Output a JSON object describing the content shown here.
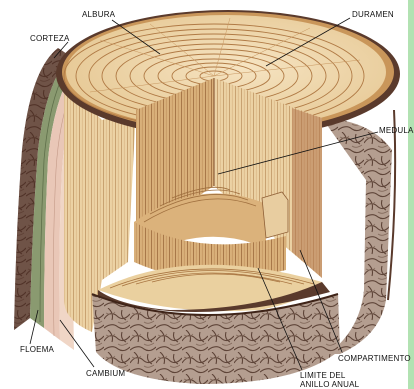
{
  "diagram": {
    "labels": {
      "albura": "ALBURA",
      "duramen": "DURAMEN",
      "corteza": "CORTEZA",
      "medula": "MEDULA",
      "floema": "FLOEMA",
      "cambium": "CAMBIUM",
      "compartimento": "COMPARTIMENTO",
      "limite_line1": "LIMITE DEL",
      "limite_line2": "ANILLO ANUAL"
    },
    "colors": {
      "wood_light": "#f1dcb2",
      "wood_mid": "#e2bf85",
      "wood_dark": "#c9965a",
      "ring_line": "#b07a45",
      "bark": "#a68d80",
      "bark_dark": "#4a2a20",
      "phloem": "#8a9a70",
      "heart_ring": "#b0734a",
      "green_edge": "#7fcf7f"
    }
  }
}
